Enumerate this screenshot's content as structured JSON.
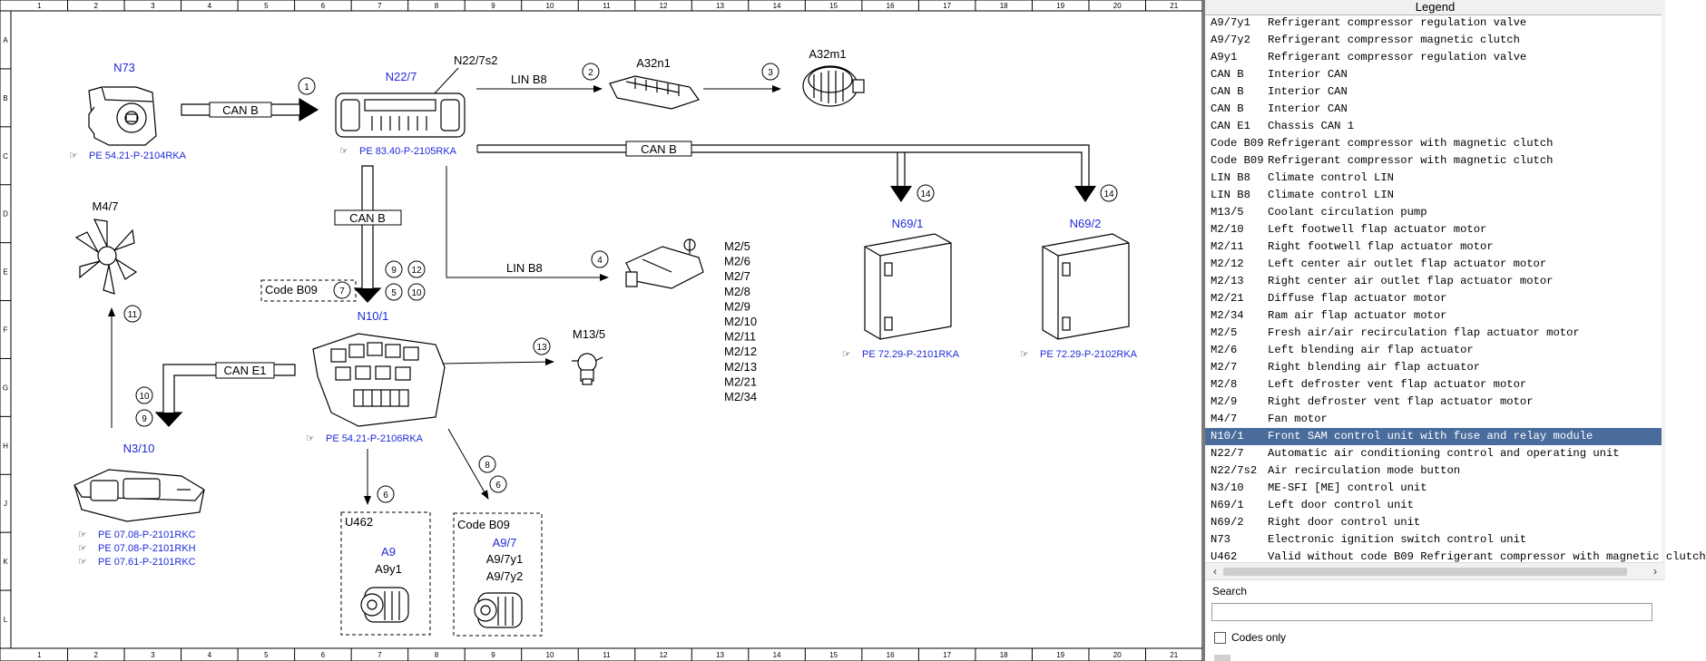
{
  "ruler": {
    "columns": [
      "1",
      "2",
      "3",
      "4",
      "5",
      "6",
      "7",
      "8",
      "9",
      "10",
      "11",
      "12",
      "13",
      "14",
      "15",
      "16",
      "17",
      "18",
      "19",
      "20",
      "21"
    ],
    "rows": [
      "A",
      "B",
      "C",
      "D",
      "E",
      "F",
      "G",
      "H",
      "J",
      "K",
      "L"
    ]
  },
  "diagram": {
    "components": {
      "n73": "N73",
      "n22_7": "N22/7",
      "n22_7s2": "N22/7s2",
      "a32n1": "A32n1",
      "a32m1": "A32m1",
      "m4_7": "M4/7",
      "n10_1": "N10/1",
      "n3_10": "N3/10",
      "m13_5": "M13/5",
      "n69_1": "N69/1",
      "n69_2": "N69/2",
      "a9": "A9",
      "a9y1": "A9y1",
      "a9_7": "A9/7",
      "a9_7y1": "A9/7y1",
      "a9_7y2": "A9/7y2",
      "u462": "U462",
      "code_b09_box": "Code B09",
      "code_b09_label": "Code B09"
    },
    "actuators": [
      "M2/5",
      "M2/6",
      "M2/7",
      "M2/8",
      "M2/9",
      "M2/10",
      "M2/11",
      "M2/12",
      "M2/13",
      "M2/21",
      "M2/34"
    ],
    "buses": {
      "can_b_1": "CAN B",
      "can_b_2": "CAN B",
      "can_b_3": "CAN B",
      "lin_b8_1": "LIN B8",
      "lin_b8_2": "LIN B8",
      "can_e1": "CAN E1"
    },
    "refs": {
      "n73": "PE 54.21-P-2104RKA",
      "n22_7": "PE 83.40-P-2105RKA",
      "n10_1": "PE 54.21-P-2106RKA",
      "n69_1": "PE 72.29-P-2101RKA",
      "n69_2": "PE 72.29-P-2102RKA",
      "n3_10_a": "PE 07.08-P-2101RKC",
      "n3_10_b": "PE 07.08-P-2101RKH",
      "n3_10_c": "PE 07.61-P-2101RKC"
    },
    "callouts": {
      "c1": "1",
      "c2": "2",
      "c3": "3",
      "c4": "4",
      "c5": "5",
      "c6a": "6",
      "c6b": "6",
      "c7": "7",
      "c8": "8",
      "c9a": "9",
      "c9b": "9",
      "c10a": "10",
      "c10b": "10",
      "c11": "11",
      "c12": "12",
      "c13": "13",
      "c14a": "14",
      "c14b": "14"
    }
  },
  "legend": {
    "title": "Legend",
    "selected_index": 24,
    "items": [
      {
        "code": "A9/7y1",
        "desc": "Refrigerant compressor regulation valve"
      },
      {
        "code": "A9/7y2",
        "desc": "Refrigerant compressor magnetic clutch"
      },
      {
        "code": "A9y1",
        "desc": "Refrigerant compressor regulation valve"
      },
      {
        "code": "CAN B",
        "desc": "Interior CAN"
      },
      {
        "code": "CAN B",
        "desc": "Interior CAN"
      },
      {
        "code": "CAN B",
        "desc": "Interior CAN"
      },
      {
        "code": "CAN E1",
        "desc": "Chassis CAN 1"
      },
      {
        "code": "Code B09",
        "desc": "Refrigerant compressor with magnetic clutch"
      },
      {
        "code": "Code B09",
        "desc": "Refrigerant compressor with magnetic clutch"
      },
      {
        "code": "LIN B8",
        "desc": "Climate control LIN"
      },
      {
        "code": "LIN B8",
        "desc": "Climate control LIN"
      },
      {
        "code": "M13/5",
        "desc": "Coolant circulation pump"
      },
      {
        "code": "M2/10",
        "desc": "Left footwell flap actuator motor"
      },
      {
        "code": "M2/11",
        "desc": "Right footwell flap actuator motor"
      },
      {
        "code": "M2/12",
        "desc": "Left center air outlet flap actuator motor"
      },
      {
        "code": "M2/13",
        "desc": "Right center air outlet flap actuator motor"
      },
      {
        "code": "M2/21",
        "desc": "Diffuse flap actuator motor"
      },
      {
        "code": "M2/34",
        "desc": "Ram air flap actuator motor"
      },
      {
        "code": "M2/5",
        "desc": "Fresh air/air recirculation flap actuator motor"
      },
      {
        "code": "M2/6",
        "desc": "Left blending air flap actuator"
      },
      {
        "code": "M2/7",
        "desc": "Right blending air flap actuator"
      },
      {
        "code": "M2/8",
        "desc": "Left defroster vent flap actuator motor"
      },
      {
        "code": "M2/9",
        "desc": "Right defroster vent flap actuator motor"
      },
      {
        "code": "M4/7",
        "desc": "Fan motor"
      },
      {
        "code": "N10/1",
        "desc": "Front SAM control unit with fuse and relay module"
      },
      {
        "code": "N22/7",
        "desc": "Automatic air conditioning control and operating unit"
      },
      {
        "code": "N22/7s2",
        "desc": "Air recirculation mode button"
      },
      {
        "code": "N3/10",
        "desc": "ME-SFI [ME] control unit"
      },
      {
        "code": "N69/1",
        "desc": "Left door control unit"
      },
      {
        "code": "N69/2",
        "desc": "Right door control unit"
      },
      {
        "code": "N73",
        "desc": "Electronic ignition switch control unit"
      },
      {
        "code": "U462",
        "desc": "Valid without code B09 Refrigerant compressor with magnetic clutch"
      }
    ],
    "search_label": "Search",
    "search_value": "",
    "codes_only_label": "Codes only"
  },
  "colors": {
    "selection": "#4a6c9c",
    "blue_text": "#1f2bd6"
  }
}
